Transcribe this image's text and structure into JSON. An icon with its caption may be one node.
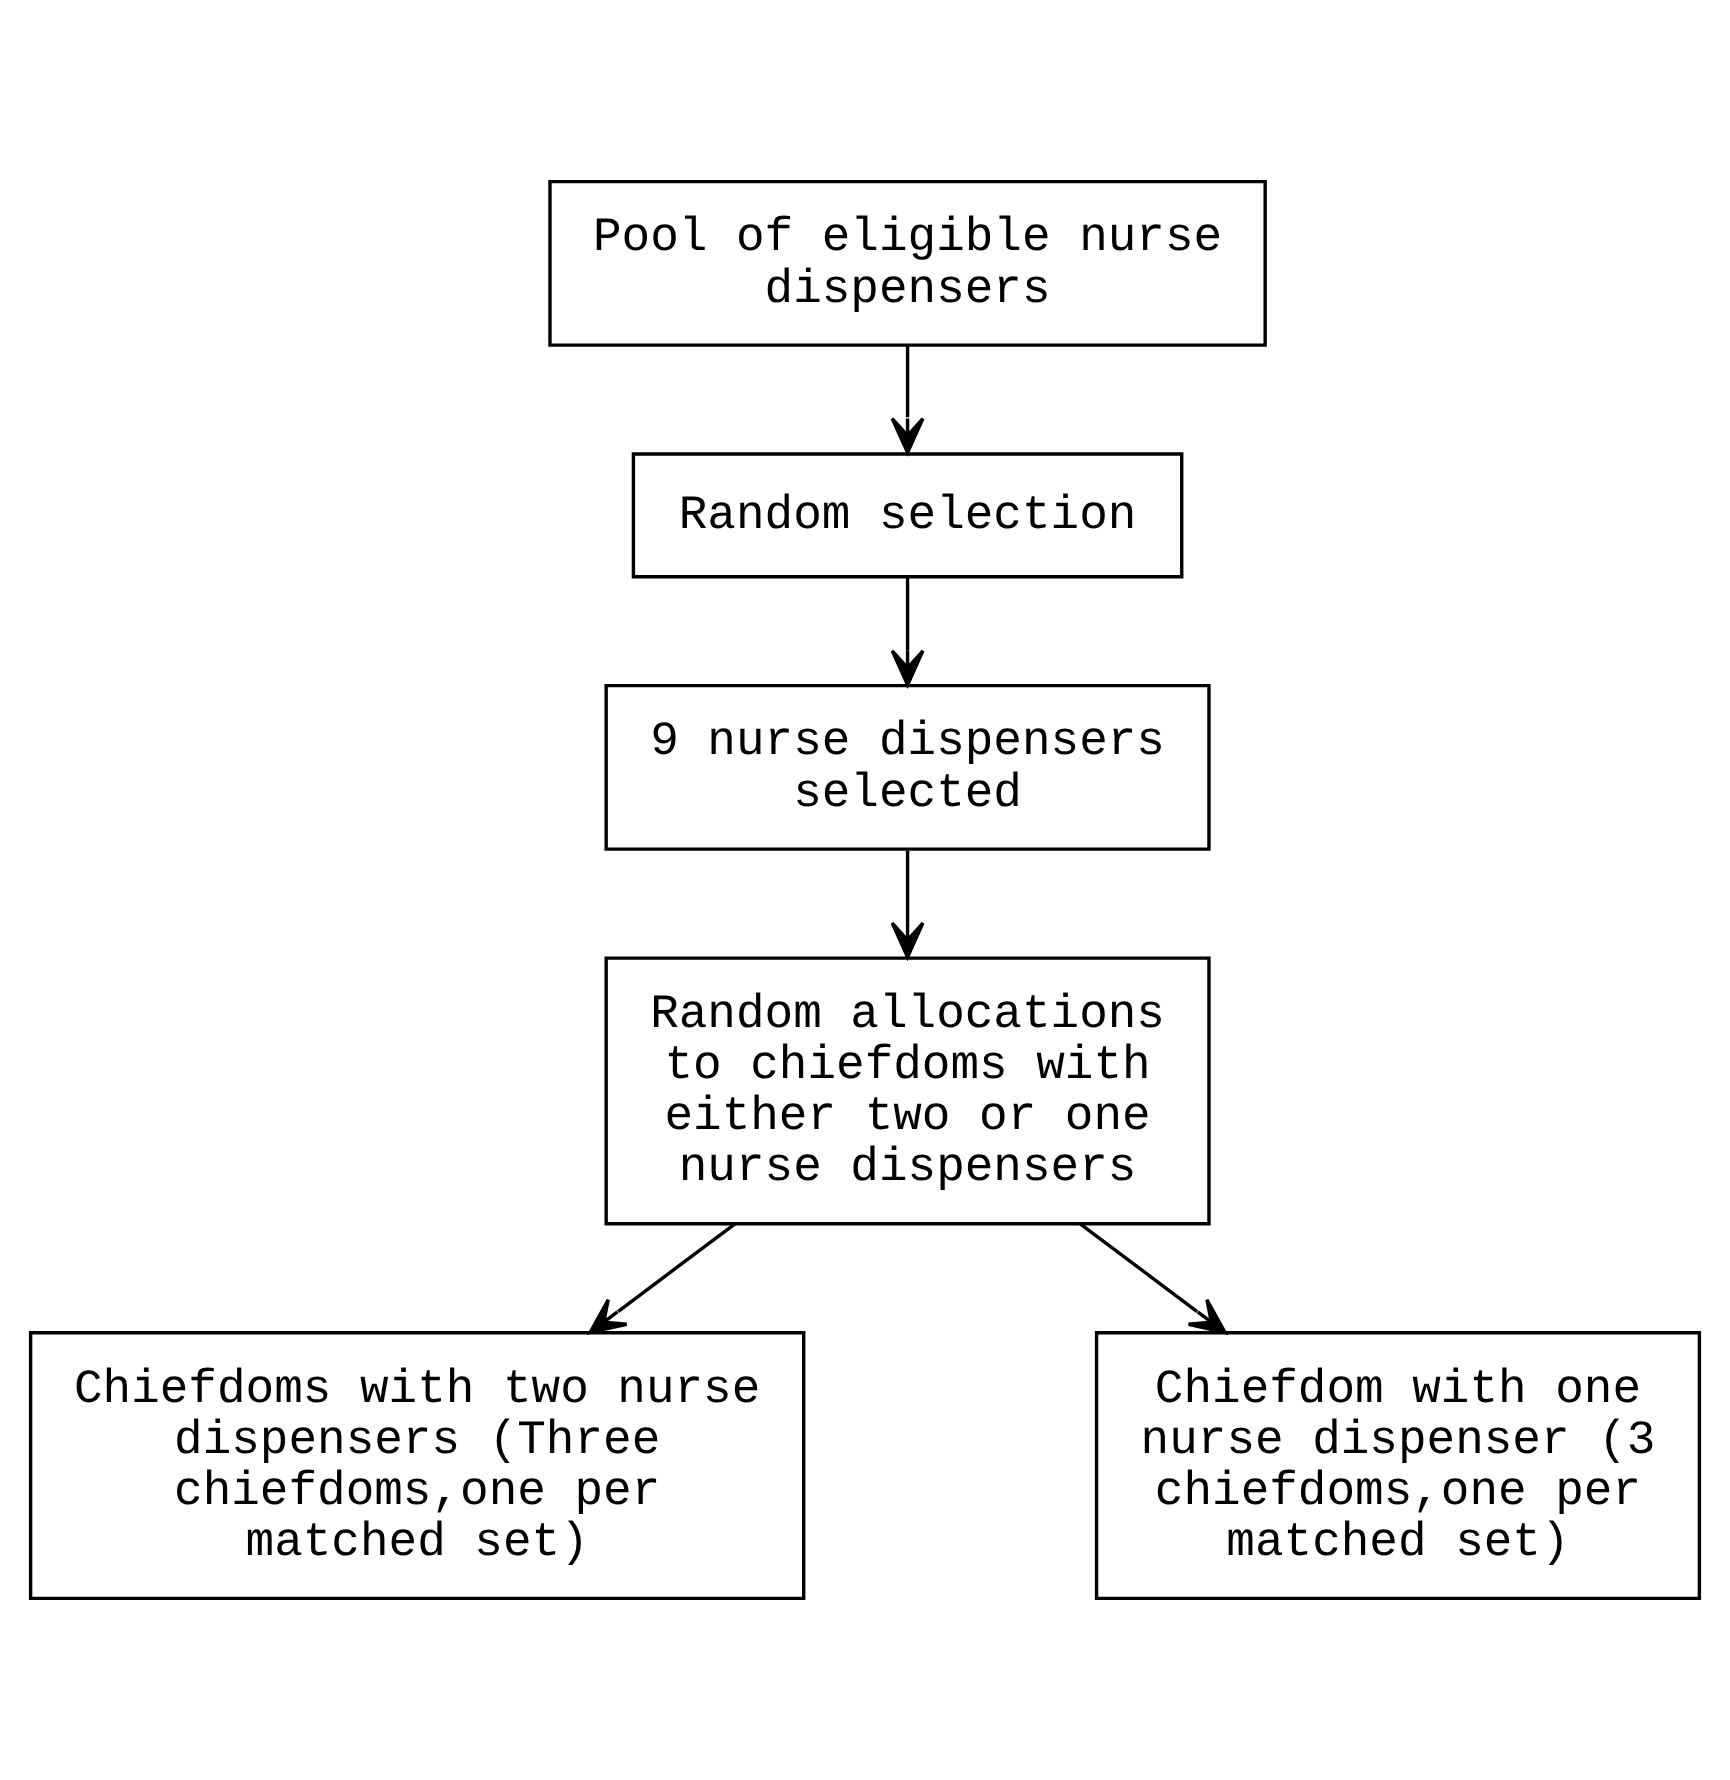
{
  "diagram": {
    "nodes": [
      {
        "text": [
          "Pool of eligible nurse dispensers"
        ]
      },
      {
        "text": [
          "Random selection"
        ]
      },
      {
        "text": [
          "9 nurse dispensers selected"
        ]
      },
      {
        "text": [
          "Random allocations to chiefdoms with either two or one nurse dispensers"
        ]
      },
      {
        "text": [
          "Chiefdoms with two nurse dispensers (Three chiefdoms,one per matched set)"
        ]
      },
      {
        "text": [
          "Chiefdom with one nurse dispenser (3 chiefdoms,one per matched set)"
        ]
      }
    ],
    "edges": [
      {
        "from": 0,
        "to": 1,
        "arrow": "to"
      },
      {
        "from": 1,
        "to": 2,
        "arrow": "to"
      },
      {
        "from": 2,
        "to": 3,
        "arrow": "to"
      },
      {
        "from": 3,
        "to": 4,
        "arrow": "to"
      },
      {
        "from": 3,
        "to": 5,
        "arrow": "to"
      }
    ]
  }
}
